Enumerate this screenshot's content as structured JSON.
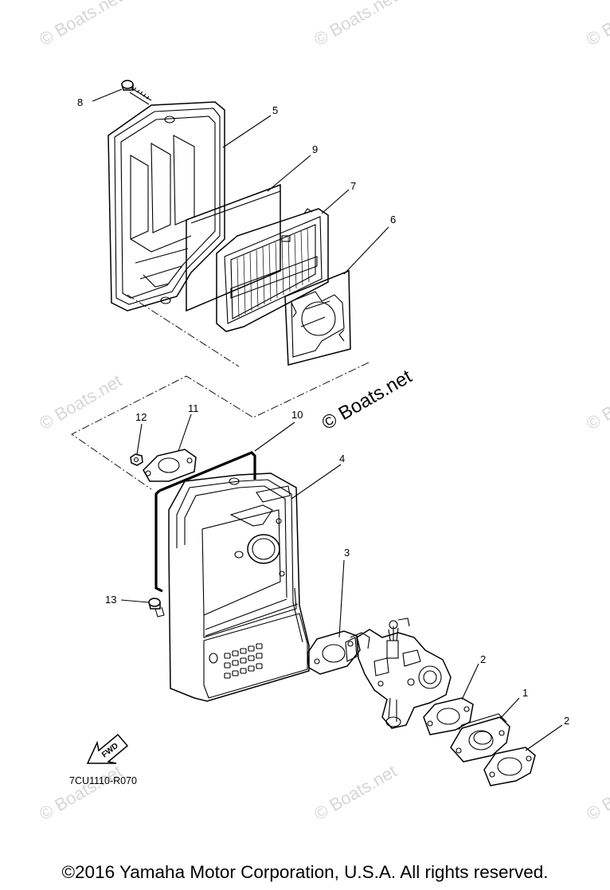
{
  "watermarks": [
    "© Boats.net",
    "© Boats.net",
    "© Boats.net",
    "© Boats.net",
    "© Boats.net",
    "© Boats.net",
    "© Boats.net",
    "© Boats.net"
  ],
  "brand_watermark": "© Boats.net",
  "callouts": {
    "c1": "1",
    "c2a": "2",
    "c2b": "2",
    "c3": "3",
    "c4": "4",
    "c5": "5",
    "c6": "6",
    "c7": "7",
    "c8": "8",
    "c9": "9",
    "c10": "10",
    "c11": "11",
    "c12": "12",
    "c13": "13"
  },
  "fwd_label": "FWD",
  "drawing_code": "7CU1110-R070",
  "copyright": "©2016 Yamaha Motor Corporation, U.S.A. All rights reserved."
}
